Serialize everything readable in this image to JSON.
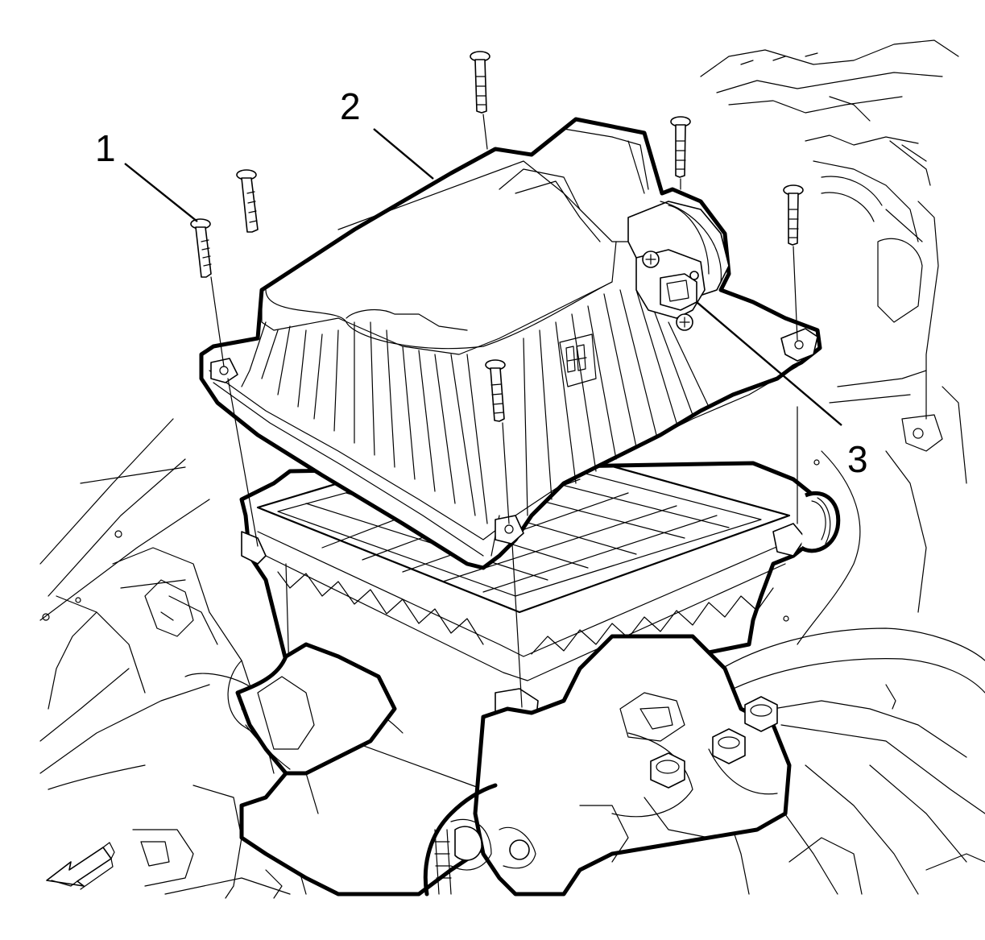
{
  "diagram": {
    "callouts": [
      {
        "id": "callout-1",
        "label": "1"
      },
      {
        "id": "callout-2",
        "label": "2"
      },
      {
        "id": "callout-3",
        "label": "3"
      }
    ],
    "icons": {
      "direction_arrow": "front-direction-arrow-icon"
    }
  }
}
